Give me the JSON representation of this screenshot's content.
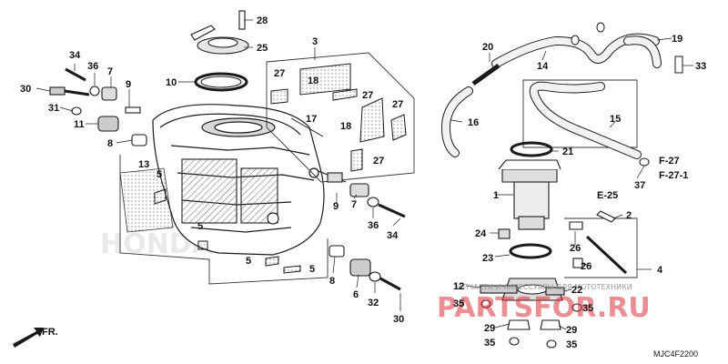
{
  "parts": [
    {
      "id": "p28",
      "label": "28"
    },
    {
      "id": "p25",
      "label": "25"
    },
    {
      "id": "p3",
      "label": "3"
    },
    {
      "id": "p34a",
      "label": "34"
    },
    {
      "id": "p36a",
      "label": "36"
    },
    {
      "id": "p7a",
      "label": "7"
    },
    {
      "id": "p9a",
      "label": "9"
    },
    {
      "id": "p30a",
      "label": "30"
    },
    {
      "id": "p10",
      "label": "10"
    },
    {
      "id": "p27a",
      "label": "27"
    },
    {
      "id": "p18a",
      "label": "18"
    },
    {
      "id": "p27b",
      "label": "27"
    },
    {
      "id": "p27c",
      "label": "27"
    },
    {
      "id": "p31",
      "label": "31"
    },
    {
      "id": "p11",
      "label": "11"
    },
    {
      "id": "p17",
      "label": "17"
    },
    {
      "id": "p18b",
      "label": "18"
    },
    {
      "id": "p8a",
      "label": "8"
    },
    {
      "id": "p27d",
      "label": "27"
    },
    {
      "id": "p13",
      "label": "13"
    },
    {
      "id": "p5a",
      "label": "5"
    },
    {
      "id": "p9b",
      "label": "9"
    },
    {
      "id": "p7b",
      "label": "7"
    },
    {
      "id": "p36b",
      "label": "36"
    },
    {
      "id": "p34b",
      "label": "34"
    },
    {
      "id": "p5b",
      "label": "5"
    },
    {
      "id": "p5c",
      "label": "5"
    },
    {
      "id": "p5d",
      "label": "5"
    },
    {
      "id": "p8b",
      "label": "8"
    },
    {
      "id": "p6",
      "label": "6"
    },
    {
      "id": "p32",
      "label": "32"
    },
    {
      "id": "p30b",
      "label": "30"
    },
    {
      "id": "p20",
      "label": "20"
    },
    {
      "id": "p14",
      "label": "14"
    },
    {
      "id": "p19",
      "label": "19"
    },
    {
      "id": "p33",
      "label": "33"
    },
    {
      "id": "p16",
      "label": "16"
    },
    {
      "id": "p15",
      "label": "15"
    },
    {
      "id": "p21",
      "label": "21"
    },
    {
      "id": "p37",
      "label": "37"
    },
    {
      "id": "p1",
      "label": "1"
    },
    {
      "id": "p2",
      "label": "2"
    },
    {
      "id": "p24",
      "label": "24"
    },
    {
      "id": "p26a",
      "label": "26"
    },
    {
      "id": "p23",
      "label": "23"
    },
    {
      "id": "p26b",
      "label": "26"
    },
    {
      "id": "p4",
      "label": "4"
    },
    {
      "id": "p12",
      "label": "12"
    },
    {
      "id": "p22",
      "label": "22"
    },
    {
      "id": "p35a",
      "label": "35"
    },
    {
      "id": "p35b",
      "label": "35"
    },
    {
      "id": "p29a",
      "label": "29"
    },
    {
      "id": "p29b",
      "label": "29"
    },
    {
      "id": "p35c",
      "label": "35"
    },
    {
      "id": "p35d",
      "label": "35"
    }
  ],
  "refs": {
    "f27": "F-27",
    "f271": "F-27-1",
    "e25": "E-25"
  },
  "front_label": "FR.",
  "diagram_code": "MJC4F2200",
  "watermark": {
    "brand": "PARTSFOR.RU",
    "tagline": "ЗАПЧАСТИ И АКСЕССУАРЫ ДЛЯ МОТОТЕХНИКИ",
    "faded": "HONDA"
  },
  "colors": {
    "line": "#1a1a1a",
    "watermark": "#d9323a",
    "hose_fill": "#f2f2f2"
  }
}
